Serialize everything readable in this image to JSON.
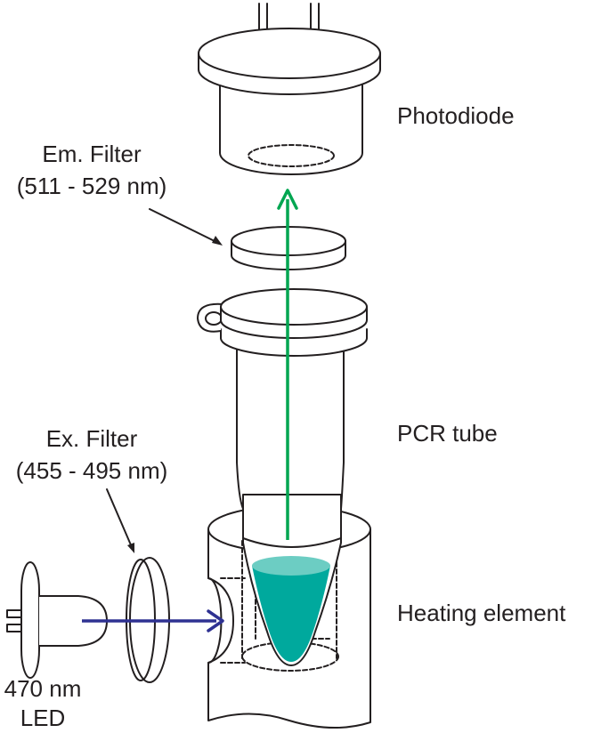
{
  "labels": {
    "photodiode": "Photodiode",
    "em_filter_line1": "Em. Filter",
    "em_filter_line2": "(511 - 529 nm)",
    "pcr_tube": "PCR tube",
    "ex_filter_line1": "Ex. Filter",
    "ex_filter_line2": "(455 - 495 nm)",
    "heating_element": "Heating element",
    "led_line1": "470 nm",
    "led_line2": "LED"
  },
  "colors": {
    "outline": "#231f20",
    "emission_arrow": "#00a651",
    "excitation_arrow": "#2e3192",
    "sample_dark": "#00a99d",
    "sample_light": "#6ccdc3"
  }
}
